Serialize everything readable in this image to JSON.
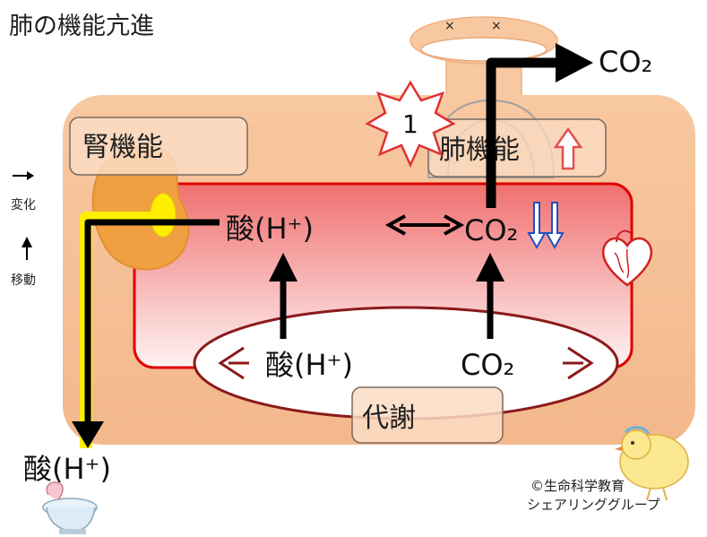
{
  "title": "肺の機能亢進",
  "legend": {
    "change_label": "変化",
    "move_label": "移動"
  },
  "boxes": {
    "kidney_label": "腎機能",
    "lung_label": "肺機能",
    "metabolism_label": "代謝"
  },
  "labels": {
    "acid_blood": "酸(H⁺)",
    "acid_metabolism": "酸(H⁺)",
    "acid_excreted": "酸(H⁺)",
    "co2_blood": "CO₂",
    "co2_metabolism": "CO₂",
    "co2_exhaled": "CO₂"
  },
  "burst_number": "1",
  "credit": {
    "line1": "©生命科学教育",
    "line2": "シェアリンググループ"
  },
  "colors": {
    "body": "#f6c39b",
    "blood_dark": "#f07070",
    "blood_light": "#fff0f0",
    "vessel_border": "#e00000",
    "kidney": "#f0a040",
    "highlight": "#ffee00",
    "metabolism_border": "#8b1a1a",
    "box_fill": "#fbdcc4",
    "increase_arrow": "#e05050",
    "decrease_arrow": "#2050c0"
  }
}
